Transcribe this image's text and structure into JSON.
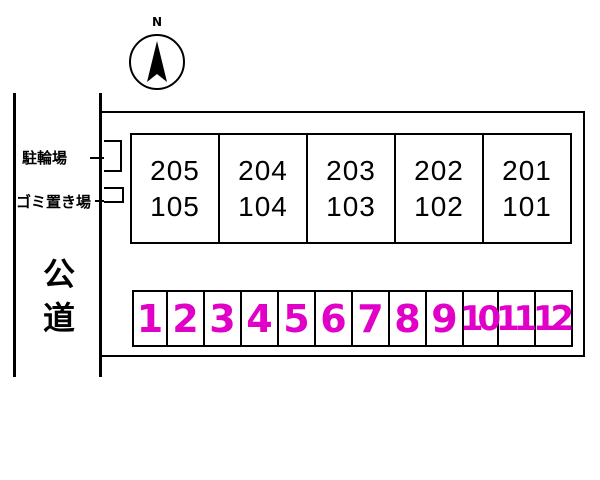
{
  "compass": {
    "label": "N"
  },
  "road": {
    "label_line1": "公",
    "label_line2": "道"
  },
  "facilities": {
    "bicycle": "駐輪場",
    "garbage": "ゴミ置き場"
  },
  "building": {
    "units": [
      {
        "upper": "205",
        "lower": "105"
      },
      {
        "upper": "204",
        "lower": "104"
      },
      {
        "upper": "203",
        "lower": "103"
      },
      {
        "upper": "202",
        "lower": "102"
      },
      {
        "upper": "201",
        "lower": "101"
      }
    ]
  },
  "parking": {
    "color": "#e000c8",
    "spaces": [
      "1",
      "2",
      "3",
      "4",
      "5",
      "6",
      "7",
      "8",
      "9",
      "10",
      "11",
      "12"
    ]
  }
}
